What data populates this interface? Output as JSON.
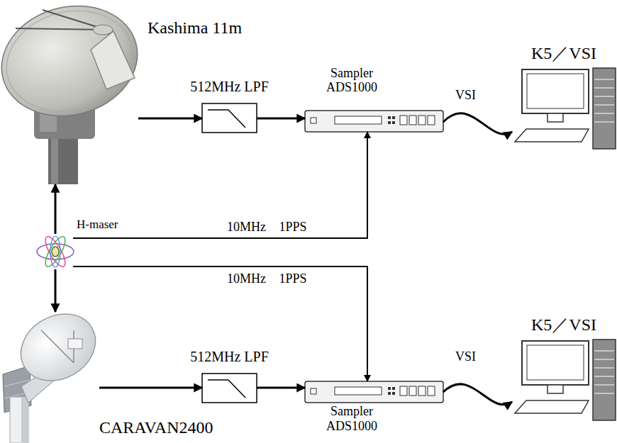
{
  "diagram": {
    "nodes": [
      {
        "text": [
          "Kashima 11m"
        ]
      },
      {
        "text": [
          "512MHz LPF"
        ]
      },
      {
        "text": [
          "Sampler ADS1000"
        ]
      },
      {
        "text": [
          "K5／VSI"
        ]
      },
      {
        "text": [
          "H-maser"
        ]
      },
      {
        "text": [
          "CARAVAN2400"
        ]
      },
      {
        "text": [
          "512MHz LPF"
        ]
      },
      {
        "text": [
          "Sampler ADS1000"
        ]
      },
      {
        "text": [
          "K5／VSI"
        ]
      }
    ],
    "edges": [
      {
        "from": 0,
        "to": 1,
        "arrow": "to"
      },
      {
        "from": 1,
        "to": 2,
        "arrow": "to"
      },
      {
        "from": 2,
        "to": 3,
        "label": "VSI",
        "arrow": "to"
      },
      {
        "from": 4,
        "to": 0,
        "arrow": "to"
      },
      {
        "from": 4,
        "to": 2,
        "label": "10MHz 1PPS",
        "arrow": "to"
      },
      {
        "from": 4,
        "to": 7,
        "label": "10MHz 1PPS",
        "arrow": "to"
      },
      {
        "from": 4,
        "to": 5,
        "arrow": "to"
      },
      {
        "from": 5,
        "to": 6,
        "arrow": "to"
      },
      {
        "from": 6,
        "to": 7,
        "arrow": "to"
      },
      {
        "from": 7,
        "to": 8,
        "label": "VSI",
        "arrow": "to"
      }
    ]
  }
}
